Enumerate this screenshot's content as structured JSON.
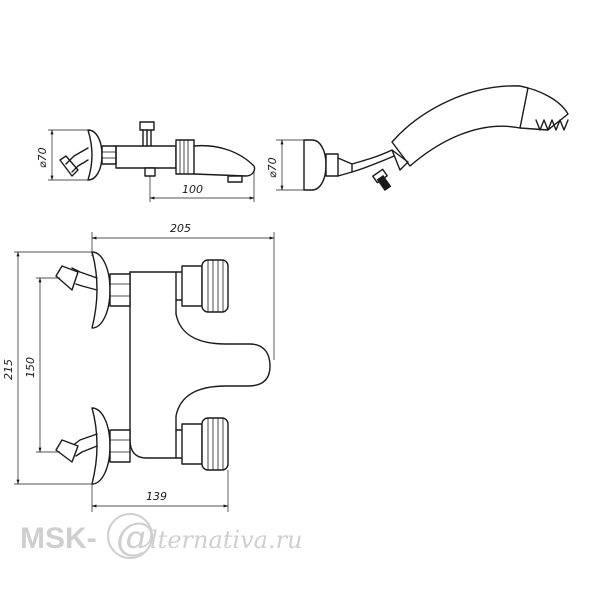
{
  "dimensions": {
    "top_left_diameter": "⌀70",
    "top_length": "100",
    "top_right_diameter": "⌀70",
    "overall_width": "205",
    "overall_height": "215",
    "inlet_spacing": "150",
    "depth": "139"
  },
  "watermark": {
    "brand": "MSK-",
    "symbol": "@",
    "suffix": "lternativa.ru"
  },
  "colors": {
    "line": "#1a1a1a",
    "watermark": "#cfcfcf",
    "background": "#ffffff"
  }
}
